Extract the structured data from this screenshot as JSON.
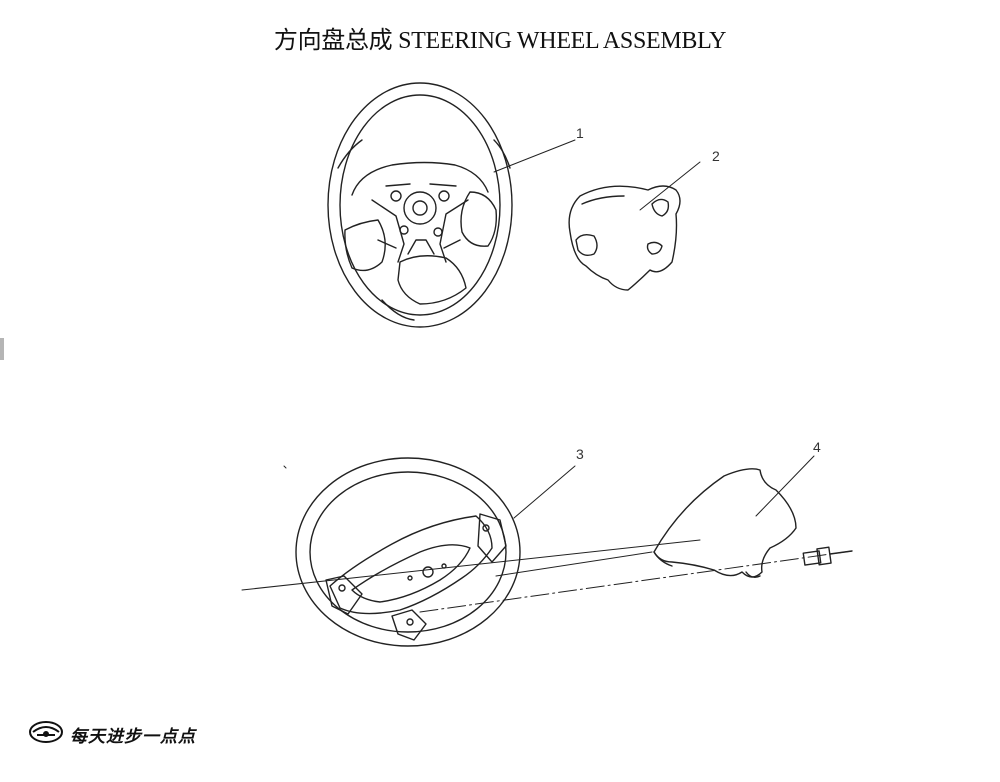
{
  "page": {
    "title": "方向盘总成  STEERING WHEEL ASSEMBLY"
  },
  "callouts": [
    "1",
    "2",
    "3",
    "4"
  ],
  "footer": {
    "logo_icon": "brand-emblem-icon",
    "slogan": "每天进步一点点"
  }
}
